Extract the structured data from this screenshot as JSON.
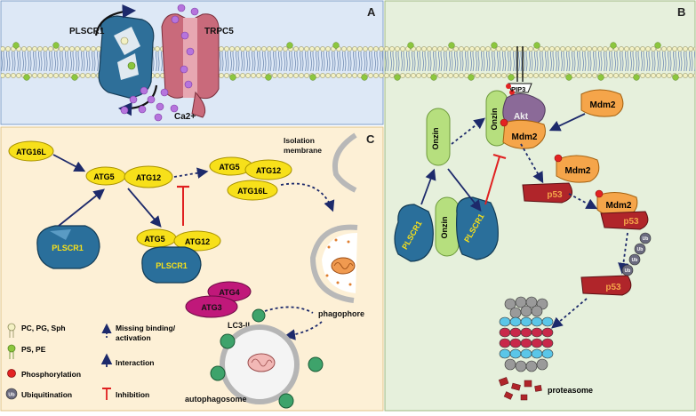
{
  "panels": {
    "a": "A",
    "b": "B",
    "c": "C"
  },
  "panel_a": {
    "plscr1": "PLSCR1",
    "trpc5": "TRPC5",
    "ca": "Ca2+"
  },
  "panel_b": {
    "onzin_mid": "Onzin",
    "onzin_membrane": "Onzin",
    "onzin_lower": "Onzin",
    "plscr1_left": "PLSCR1",
    "plscr1_right": "PLSCR1",
    "pip3": "PIP3",
    "akt": "Akt",
    "mdm2_complex": "Mdm2",
    "mdm2_top": "Mdm2",
    "mdm2_mid": "Mdm2",
    "mdm2_bound": "Mdm2",
    "p53_1": "p53",
    "p53_2": "p53",
    "p53_3": "p53",
    "ub": "Ub",
    "proteasome": "proteasome"
  },
  "panel_c": {
    "atg16l": "ATG16L",
    "atg5_a": "ATG5",
    "atg12_a": "ATG12",
    "atg5_b": "ATG5",
    "atg12_b": "ATG12",
    "atg16l_b": "ATG16L",
    "atg5_c": "ATG5",
    "atg12_c": "ATG12",
    "plscr1_c1": "PLSCR1",
    "plscr1_c2": "PLSCR1",
    "isolation_1": "Isolation",
    "isolation_2": "membrane",
    "phagophore": "phagophore",
    "atg4": "ATG4",
    "atg3": "ATG3",
    "lc3": "LC3-II",
    "autophagosome": "autophagosome"
  },
  "legend": {
    "pc": "PC, PG, Sph",
    "ps": "PS, PE",
    "phos": "Phosphorylation",
    "ubiq": "Ubiquitination",
    "ub_icon": "Ub",
    "missing1": "Missing binding/",
    "missing2": "activation",
    "interaction": "Interaction",
    "inhibition": "Inhibition"
  },
  "colors": {
    "panel_a_bg": "#dde8f6",
    "panel_b_bg": "#e6f0dc",
    "panel_c_bg": "#fdf0d6",
    "membrane_green": "#8cc63e",
    "atg_yellow": "#f7e01a",
    "plscr1_blue": "#2a6f9b",
    "onzin_green": "#b6df7e",
    "mdm2_orange": "#f5a54a",
    "p53_red": "#b0252a",
    "atg_magenta": "#c0187a",
    "lc3_green": "#3ea36b",
    "arrow_navy": "#1d2a6b",
    "inhibit_red": "#e02020",
    "proteasome_blue": "#5bc6e8",
    "proteasome_red": "#c8284a"
  },
  "icons": [
    "plscr1-channel-icon",
    "trpc5-channel-icon",
    "calcium-ion-icon",
    "akt-kinase-icon",
    "pip3-icon",
    "proteasome-icon",
    "mitochondrion-icon",
    "ubiquitin-icon",
    "phosphate-icon"
  ]
}
